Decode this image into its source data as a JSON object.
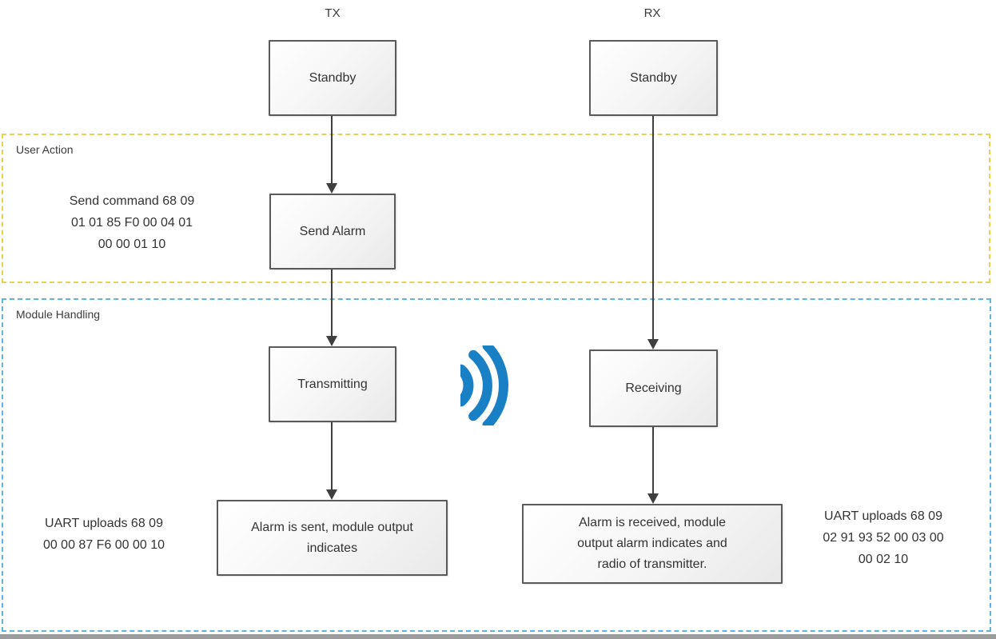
{
  "columns": {
    "tx": {
      "label": "TX"
    },
    "rx": {
      "label": "RX"
    }
  },
  "regions": {
    "user_action": {
      "label": "User Action",
      "border_color": "#ead14f"
    },
    "module_handling": {
      "label": "Module Handling",
      "border_color": "#5fb4e0"
    }
  },
  "nodes": {
    "standby_tx": {
      "label": "Standby"
    },
    "standby_rx": {
      "label": "Standby"
    },
    "send_alarm": {
      "label": "Send Alarm"
    },
    "transmitting": {
      "label": "Transmitting"
    },
    "receiving": {
      "label": "Receiving"
    },
    "alarm_sent": {
      "label": "Alarm is sent, module output indicates"
    },
    "alarm_received": {
      "label": "Alarm is received, module output alarm indicates and radio of transmitter."
    }
  },
  "annotations": {
    "send_command": {
      "text": "Send command 68 09\n01 01 85 F0 00 04 01\n00 00 01 10"
    },
    "uart_tx": {
      "text": "UART uploads 68 09\n00 00 87 F6 00 00 10"
    },
    "uart_rx": {
      "text": "UART uploads 68 09\n02 91 93 52 00 03 00\n00 02 10"
    }
  },
  "icons": {
    "signal": {
      "name": "signal-waves-icon",
      "color": "#1a80c5"
    }
  }
}
